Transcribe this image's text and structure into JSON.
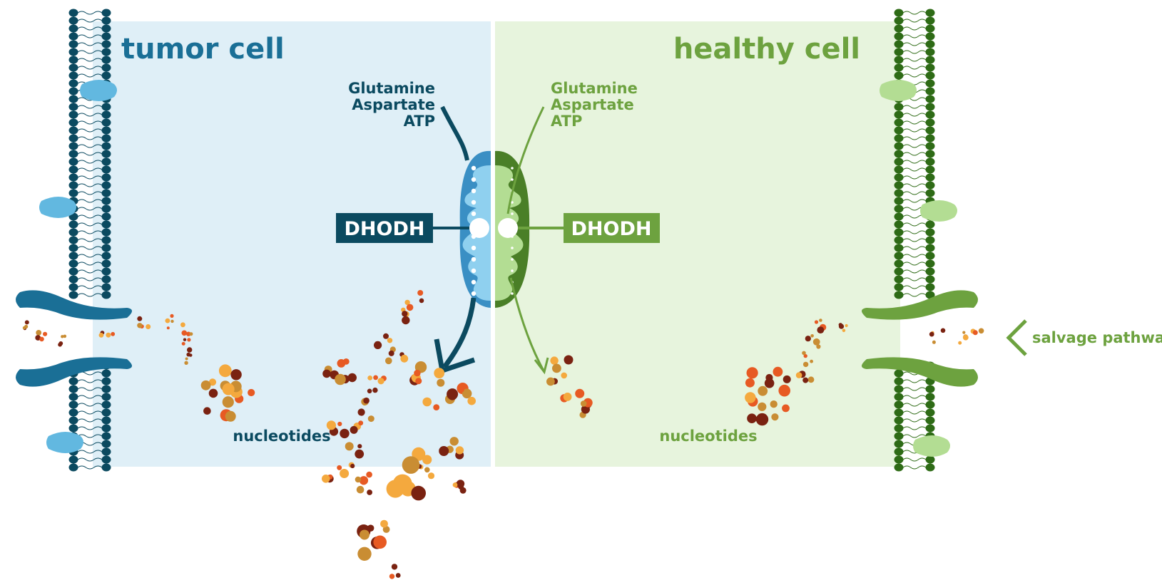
{
  "tumor": {
    "title": "tumor cell",
    "substrates": [
      "Glutamine",
      "Aspartate",
      "ATP"
    ],
    "enzyme": "DHODH",
    "product": "nucleotides"
  },
  "healthy": {
    "title": "healthy cell",
    "substrates": [
      "Glutamine",
      "Aspartate",
      "ATP"
    ],
    "enzyme": "DHODH",
    "product": "nucleotides"
  },
  "salvage": {
    "label": "salvage pathway"
  },
  "colors": {
    "tumor_bg": "#dfeff7",
    "tumor_dark": "#0b4a60",
    "tumor_mid": "#1a6f96",
    "tumor_light": "#62b8e0",
    "tumor_mito": "#3a8fc4",
    "tumor_mito_inner": "#8fd0ef",
    "healthy_bg": "#e7f4dd",
    "healthy_dark": "#2e6b16",
    "healthy_mid": "#6da23f",
    "healthy_light": "#b3dd93",
    "healthy_mito": "#4a7f27",
    "nucleotide_palette": [
      "#7a2211",
      "#e75a23",
      "#f4a93e",
      "#c98d33"
    ]
  }
}
